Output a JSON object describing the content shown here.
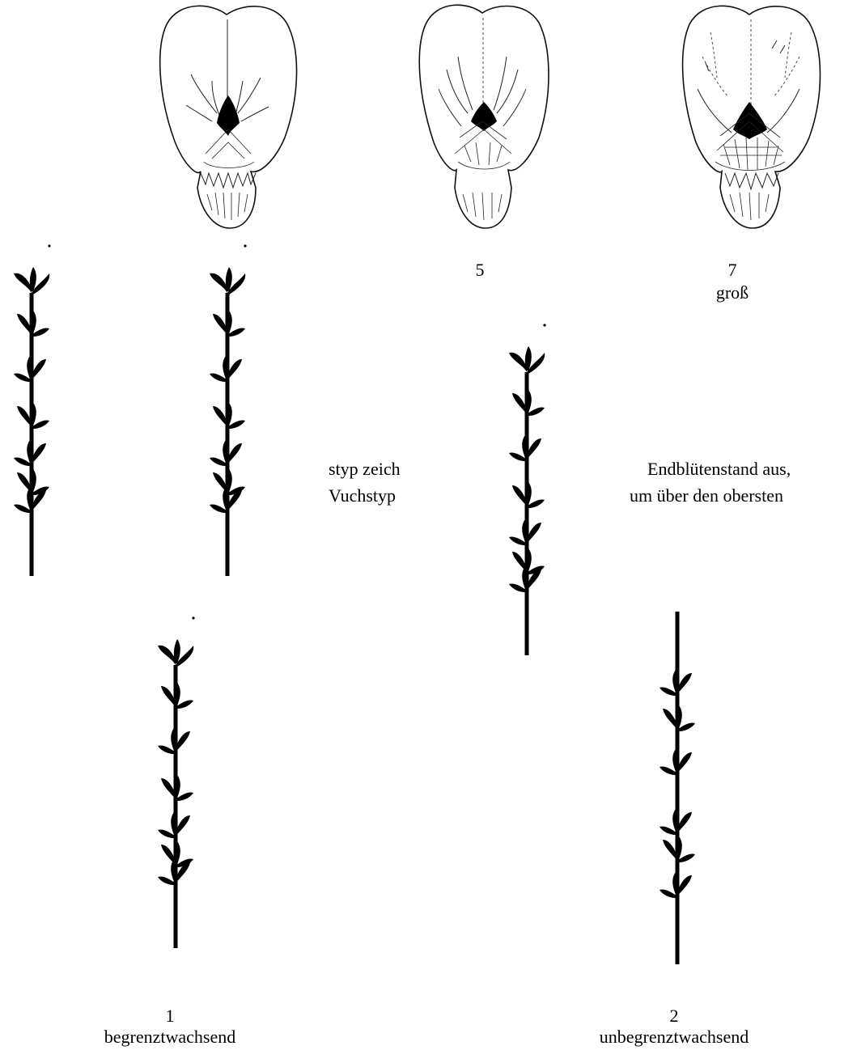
{
  "petals": [
    {
      "id": "petal-a",
      "number": "",
      "label": ""
    },
    {
      "id": "petal-b",
      "number": "5",
      "label": ""
    },
    {
      "id": "petal-c",
      "number": "7",
      "label": "groß"
    }
  ],
  "text_fragments": {
    "line1_left": "styp zeich",
    "line1_right": "Endblütenstand aus,",
    "line2_left": "Vuchstyp",
    "line2_right": "um über den obersten"
  },
  "growth_types": [
    {
      "number": "1",
      "label": "begrenztwachsend"
    },
    {
      "number": "2",
      "label": "unbegrenztwachsend"
    }
  ]
}
